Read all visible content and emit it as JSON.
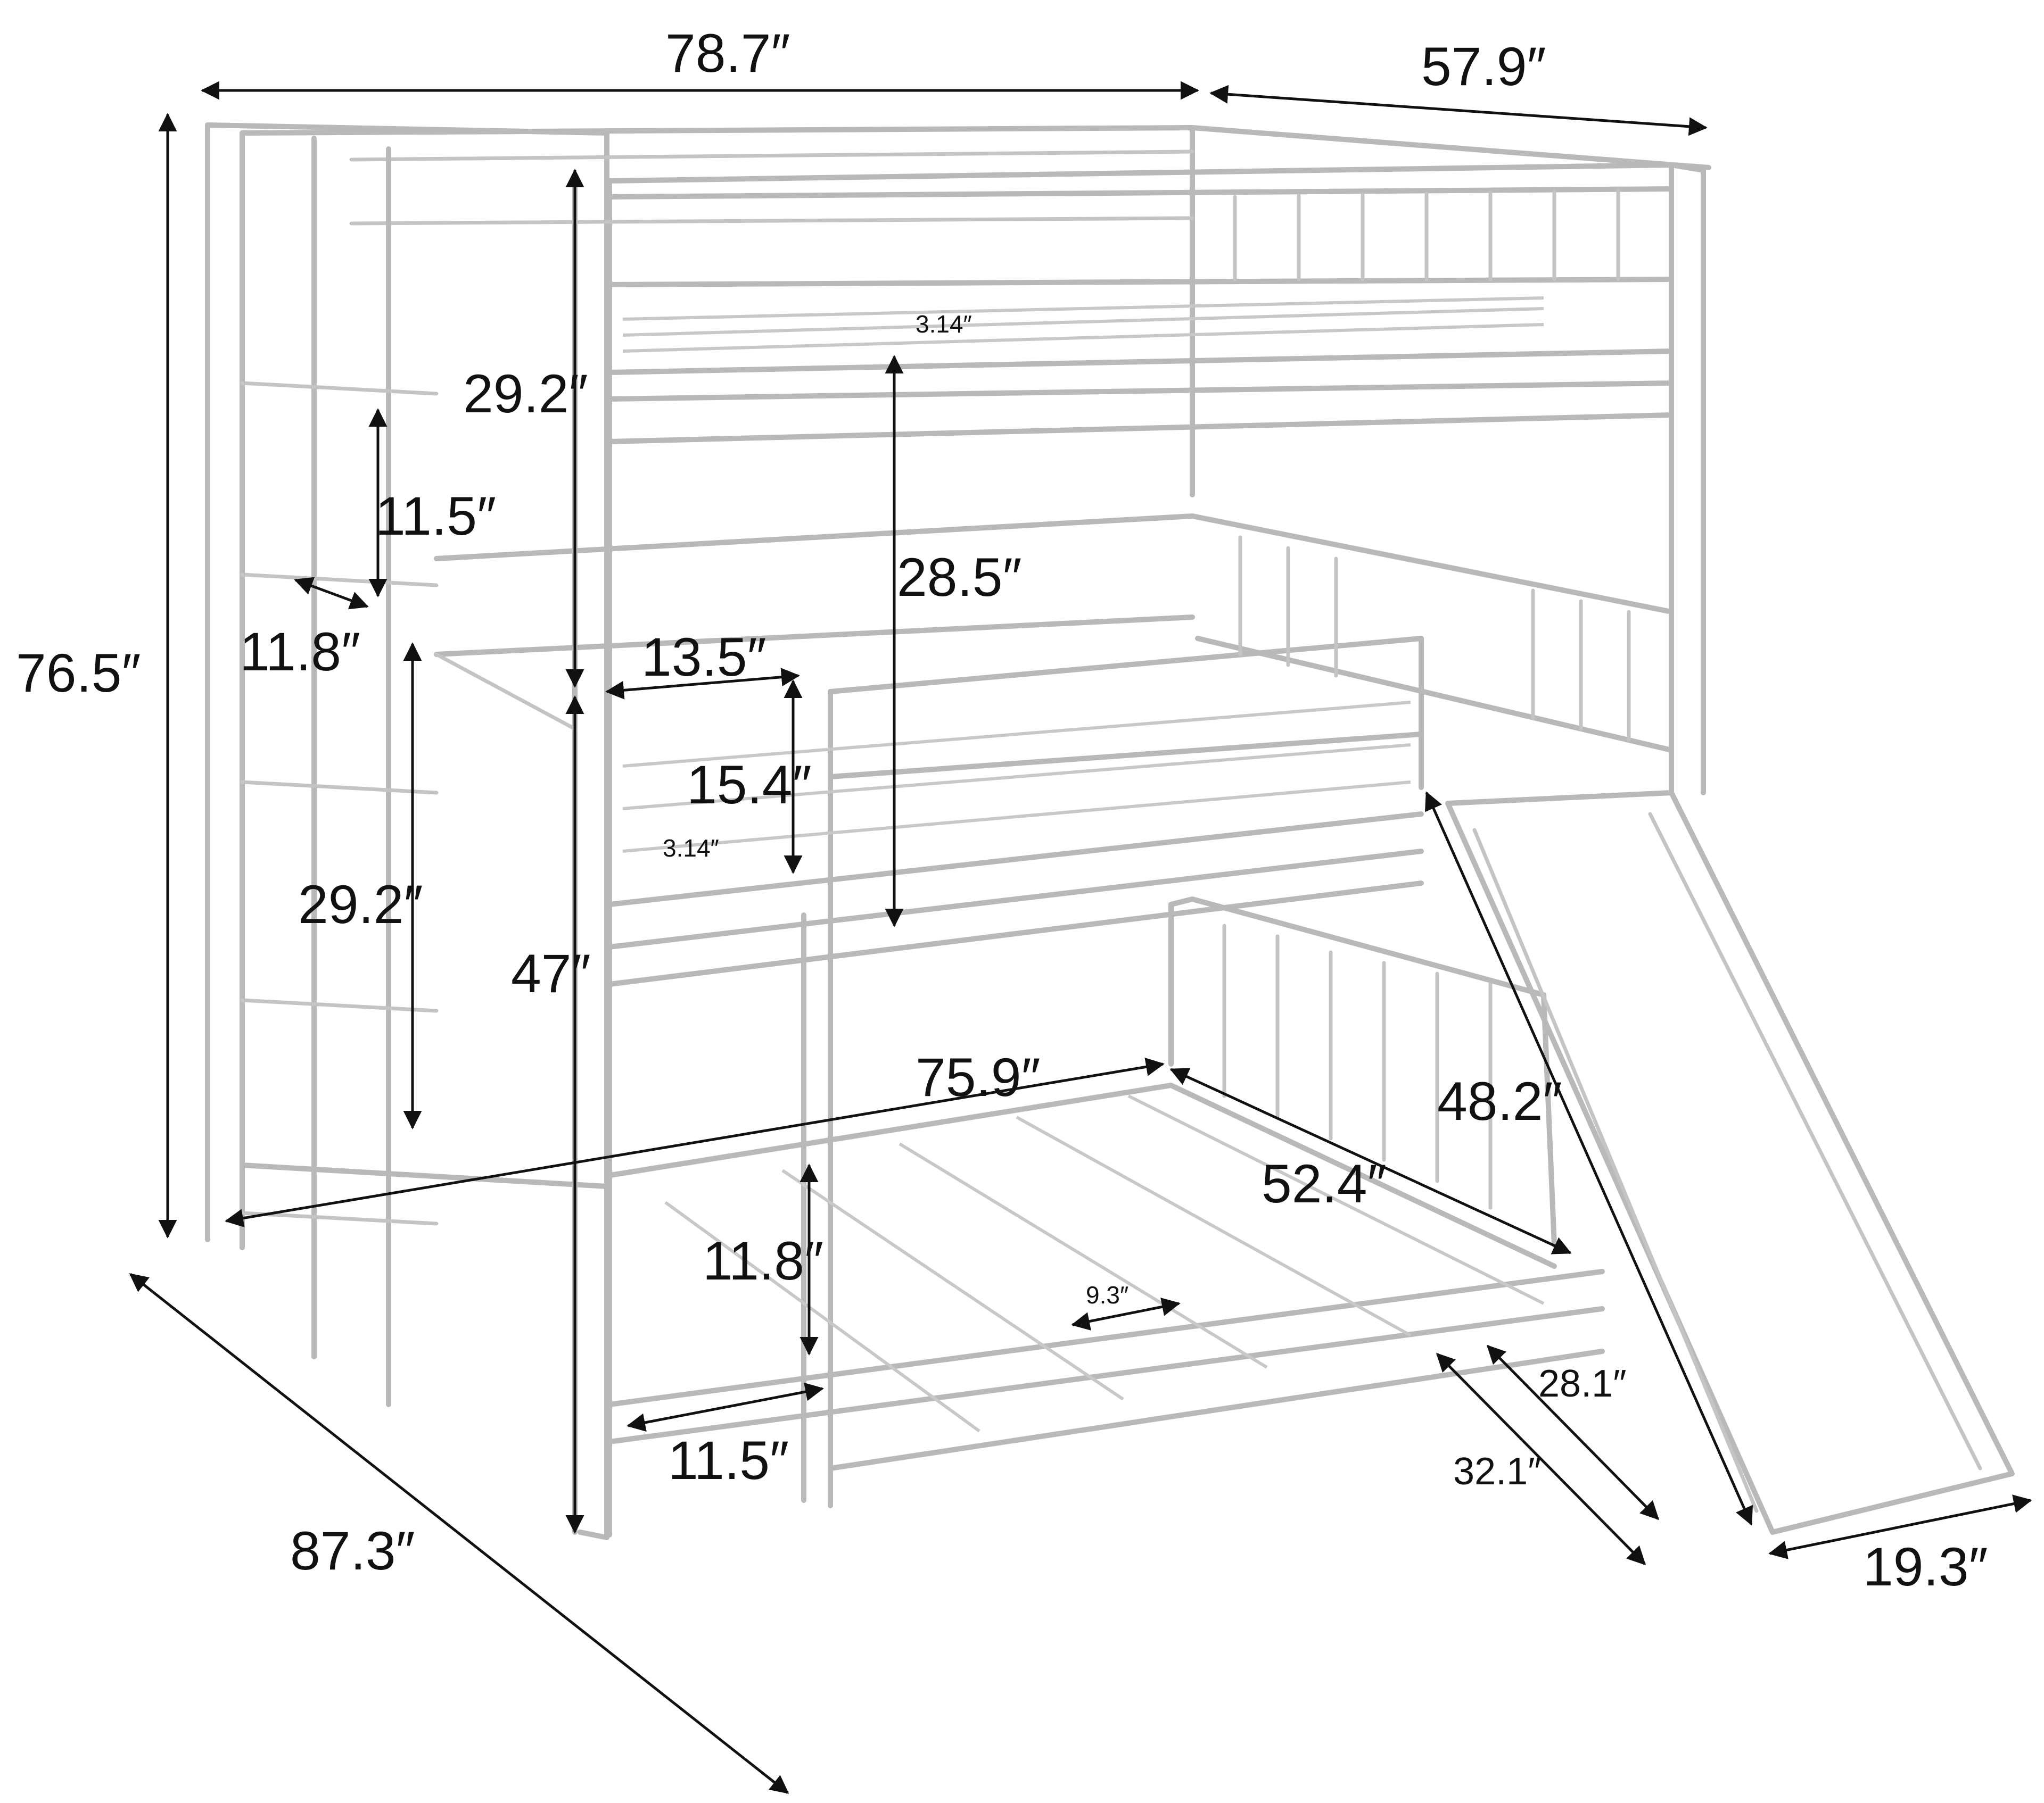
{
  "diagram": {
    "product": "triple bunk bed with slide",
    "dimensions": {
      "overall_length": "78.7″",
      "overall_depth_top": "57.9″",
      "overall_height": "76.5″",
      "total_length_with_slide": "87.3″",
      "top_rail_height": "29.2″",
      "ladder_step_spacing": "11.5″",
      "ladder_step_depth": "11.8″",
      "ladder_height_mid": "29.2″",
      "lower_height": "47″",
      "top_bunk_clearance": "28.5″",
      "guard_rail_opening": "13.5″",
      "mid_guard_rail_height": "15.4″",
      "top_slat_gap": "3.14″",
      "mid_slat_gap": "3.14″",
      "bottom_length": "75.9″",
      "bottom_width": "52.4″",
      "slide_length": "48.2″",
      "bottom_ladder_step": "11.8″",
      "bottom_ladder_width": "11.5″",
      "bottom_slat_gap": "9.3″",
      "slide_inner_width": "28.1″",
      "slide_outer_width": "32.1″",
      "slide_exit_width": "19.3″"
    }
  }
}
